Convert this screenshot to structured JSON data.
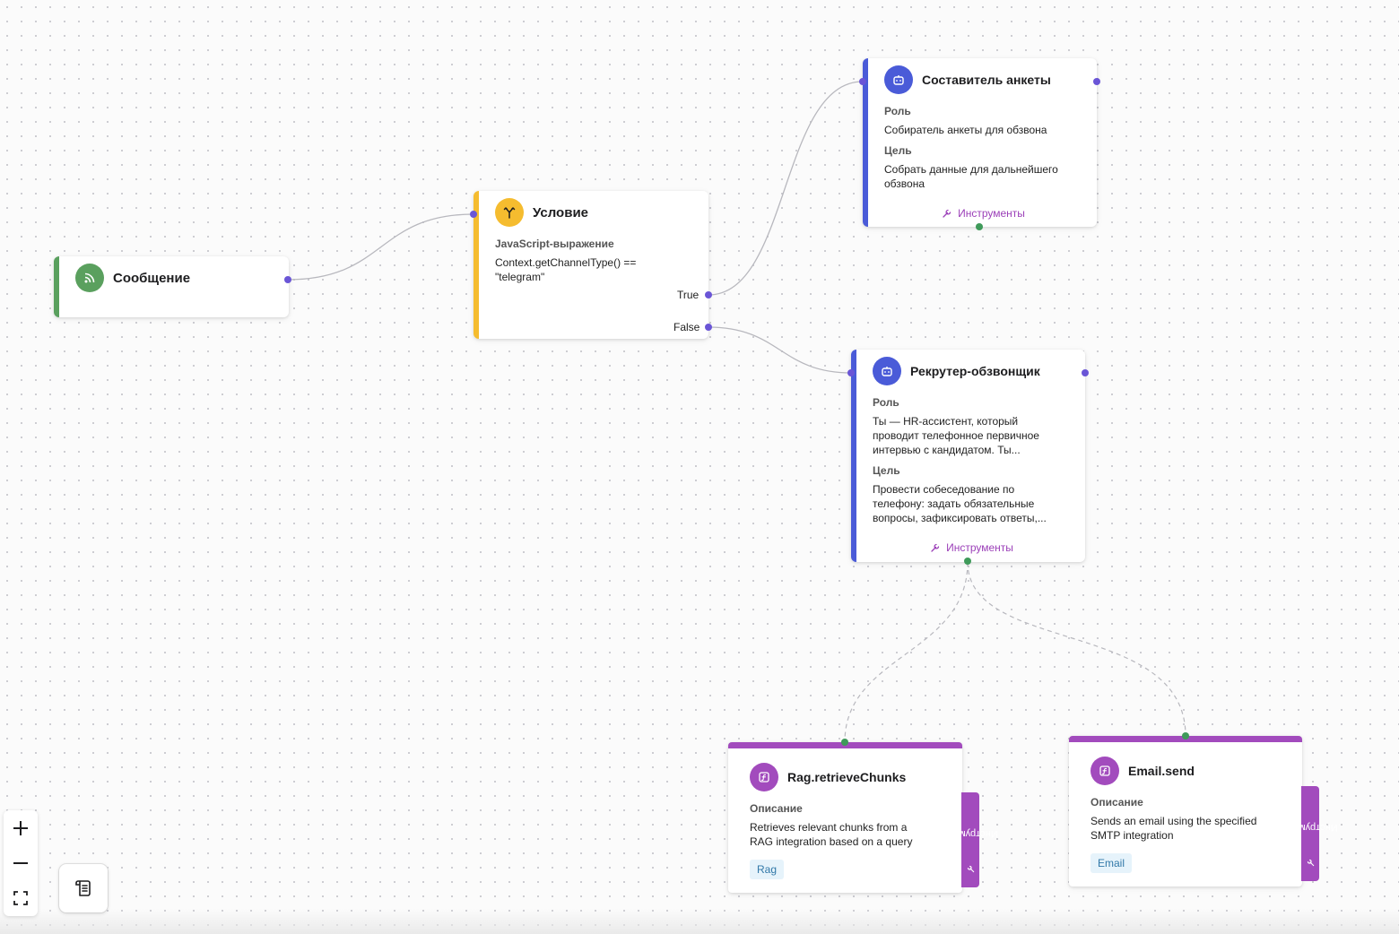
{
  "colors": {
    "message": "#5aa05e",
    "condition": "#f5bc2f",
    "agent": "#4a5bd8",
    "tool": "#a24bbd",
    "port": "#6a55d6",
    "port_tool": "#3f9a5a"
  },
  "nodes": {
    "message": {
      "title": "Сообщение",
      "icon": "rss-feed-icon"
    },
    "condition": {
      "title": "Условие",
      "icon": "branch-split-icon",
      "expr_label": "JavaScript-выражение",
      "expr_line1": "Context.getChannelType() ==",
      "expr_line2": "\"telegram\"",
      "true_label": "True",
      "false_label": "False"
    },
    "agent1": {
      "title": "Составитель анкеты",
      "icon": "robot-icon",
      "role_label": "Роль",
      "role": "Собиратель анкеты для обзвона",
      "goal_label": "Цель",
      "goal_line1": "Собрать данные для дальнейшего",
      "goal_line2": "обзвона",
      "tools_label": "Инструменты"
    },
    "agent2": {
      "title": "Рекрутер-обзвонщик",
      "icon": "robot-icon",
      "role_label": "Роль",
      "role_line1": "Ты — HR-ассистент, который",
      "role_line2": "проводит телефонное первичное",
      "role_line3": "интервью с кандидатом. Ты...",
      "goal_label": "Цель",
      "goal_line1": "Провести собеседование по",
      "goal_line2": "телефону: задать обязательные",
      "goal_line3": "вопросы, зафиксировать ответы,...",
      "tools_label": "Инструменты"
    },
    "tool1": {
      "title": "Rag.retrieveChunks",
      "icon": "function-icon",
      "desc_label": "Описание",
      "desc_line1": "Retrieves relevant chunks from a",
      "desc_line2": "RAG integration based on a query",
      "tag": "Rag",
      "side_tab": "Инструмент"
    },
    "tool2": {
      "title": "Email.send",
      "icon": "function-icon",
      "desc_label": "Описание",
      "desc_line1": "Sends an email using the specified",
      "desc_line2": "SMTP integration",
      "tag": "Email",
      "side_tab": "Инструмент"
    }
  },
  "controls": {
    "zoom_in": "plus-icon",
    "zoom_out": "minus-icon",
    "fit_view": "fit-view-icon",
    "logs": "log-scroll-icon"
  }
}
